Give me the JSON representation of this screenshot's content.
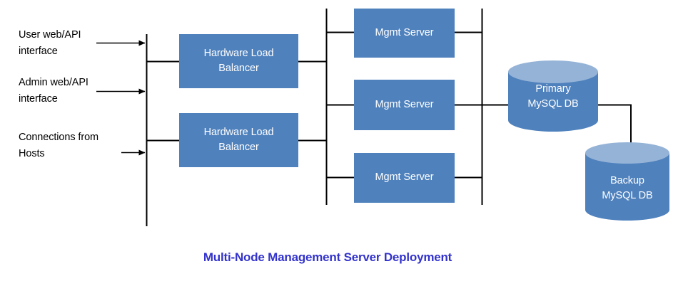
{
  "diagram": {
    "title": "Multi-Node Management Server Deployment",
    "title_color": "#3333CC",
    "box_fill": "#4F81BD",
    "cylinder_top_fill": "#95B3D7",
    "line_color": "#000000",
    "background": "#FFFFFF",
    "inputs": [
      {
        "id": "user",
        "label": "User web/API\ninterface"
      },
      {
        "id": "admin",
        "label": "Admin web/API\ninterface"
      },
      {
        "id": "hosts",
        "label": "Connections from\nHosts"
      }
    ],
    "load_balancers": [
      {
        "id": "lb-1",
        "label": "Hardware Load\nBalancer"
      },
      {
        "id": "lb-2",
        "label": "Hardware Load\nBalancer"
      }
    ],
    "mgmt_servers": [
      {
        "id": "ms-1",
        "label": "Mgmt Server"
      },
      {
        "id": "ms-2",
        "label": "Mgmt Server"
      },
      {
        "id": "ms-3",
        "label": "Mgmt Server"
      }
    ],
    "databases": [
      {
        "id": "db-primary",
        "label": "Primary\nMySQL DB"
      },
      {
        "id": "db-backup",
        "label": "Backup\nMySQL DB"
      }
    ]
  }
}
